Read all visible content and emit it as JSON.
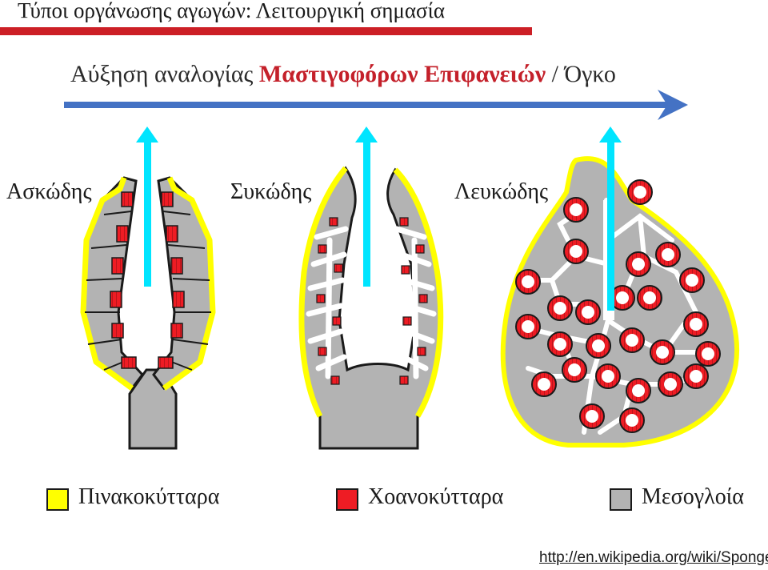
{
  "title": "Τύποι οργάνωσης αγωγών: Λειτουργική σημασία",
  "subtitle": {
    "prefix": "Αύξηση αναλογίας ",
    "accent": "Μαστιγοφόρων Επιφανειών",
    "suffix": " / Όγκο"
  },
  "types": [
    {
      "label": "Ασκώδης"
    },
    {
      "label": "Συκώδης"
    },
    {
      "label": "Λευκώδης"
    }
  ],
  "legend": [
    {
      "label": "Πινακοκύτταρα",
      "color": "#ffff00"
    },
    {
      "label": "Χοανοκύτταρα",
      "color": "#ee1c24"
    },
    {
      "label": "Μεσογλοία",
      "color": "#b3b3b3"
    }
  ],
  "colors": {
    "title_rule": "#cc1f26",
    "subtitle_accent": "#c4202a",
    "trend_arrow": "#4472c4",
    "flow_arrow": "#00e5ff",
    "pinacocyte": "#ffff00",
    "choanocyte": "#ee1c24",
    "mesohyl": "#b3b3b3",
    "canal": "#ffffff",
    "outline": "#1a1a1a"
  },
  "icons": {
    "trend": "arrow-right-icon",
    "flow": "arrow-up-icon"
  },
  "source": "http://en.wikipedia.org/wiki/Sponge"
}
